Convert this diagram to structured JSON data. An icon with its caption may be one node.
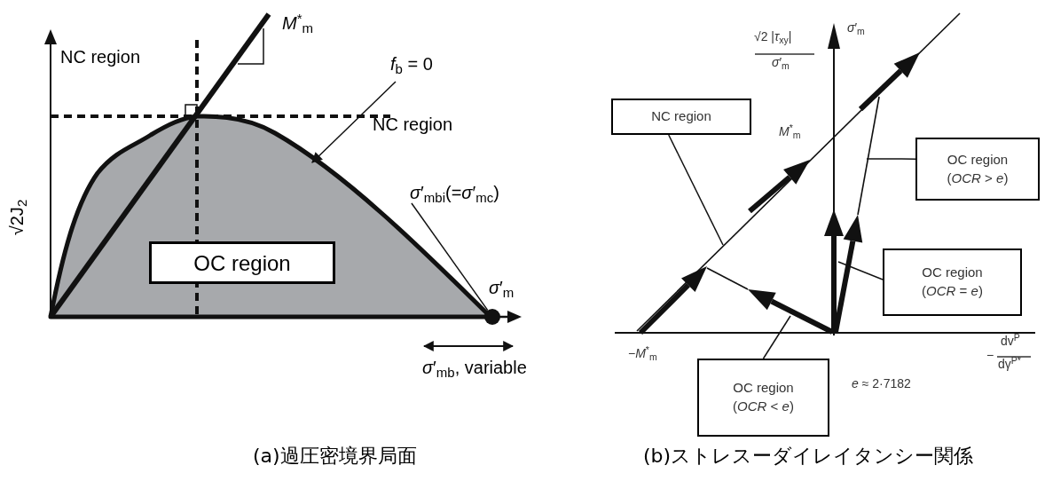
{
  "diagram": {
    "nodes": [
      {
        "text": [
          "*f*$_{b}$ = 0"
        ]
      },
      {
        "text": [
          "*σ*′$_{mbi}$(=*σ*′$_{mc}$)"
        ]
      },
      {
        "text": [],
        "shape": "circle"
      },
      {
        "text": [
          "OC region"
        ]
      },
      {
        "text": [
          "NC region"
        ]
      },
      {
        "text": [
          "OC region",
          "(*OCR* > *e*)"
        ]
      },
      {
        "text": [
          "OC region",
          "(*OCR* = *e*)"
        ]
      },
      {
        "text": [
          "OC region",
          "(*OCR* < *e*)"
        ]
      }
    ],
    "edges": [
      {
        "from": 0,
        "to": null,
        "arrow": "to"
      },
      {
        "from": 1,
        "to": 2,
        "arrow": "none"
      },
      {
        "from": 4,
        "to": null,
        "arrow": "none"
      },
      {
        "from": 5,
        "to": null,
        "arrow": "none"
      },
      {
        "from": 6,
        "to": null,
        "arrow": "none"
      },
      {
        "from": 7,
        "to": null,
        "arrow": "none"
      }
    ],
    "labels": [
      "NC region",
      "*M*$^{*}$$_{m}$",
      "NC region",
      "√2J$_{2}$",
      "*σ*′$_{m}$",
      "*σ*′$_{mb}$, variable",
      "√2 |*τ*$_{xy}$|",
      "*σ*′$_{m}$",
      "*σ*′$_{m}$",
      "*M*$^{*}$$_{m}$",
      "−*M*$^{*}$$_{m}$",
      "−",
      "dv$^{P}$",
      "dγ$^{P*}$",
      "*e* ≈ 2·7182",
      "(a)過圧密境界局面",
      "(b)ストレスーダイレイタンシー関係"
    ]
  }
}
